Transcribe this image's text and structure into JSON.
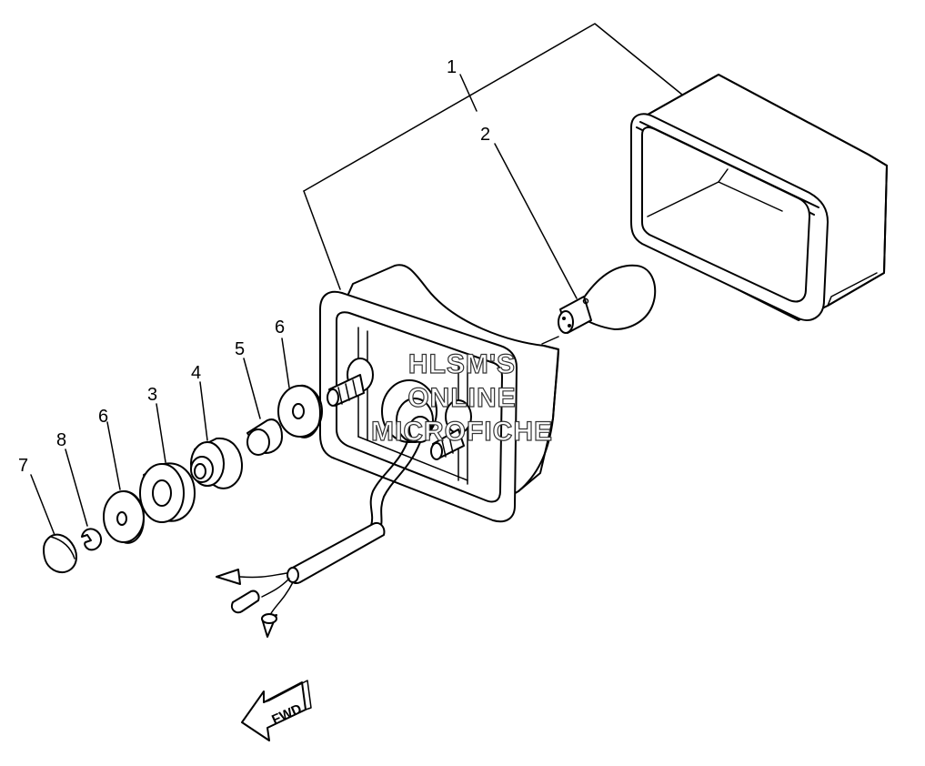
{
  "callouts": {
    "c1": "1",
    "c2": "2",
    "c3": "3",
    "c4": "4",
    "c5": "5",
    "c6a": "6",
    "c6b": "6",
    "c7": "7",
    "c8": "8"
  },
  "watermark": {
    "line1": "HLSM'S",
    "line2": "ONLINE",
    "line3": "MICROFICHE"
  },
  "direction": {
    "label": "FWD"
  }
}
